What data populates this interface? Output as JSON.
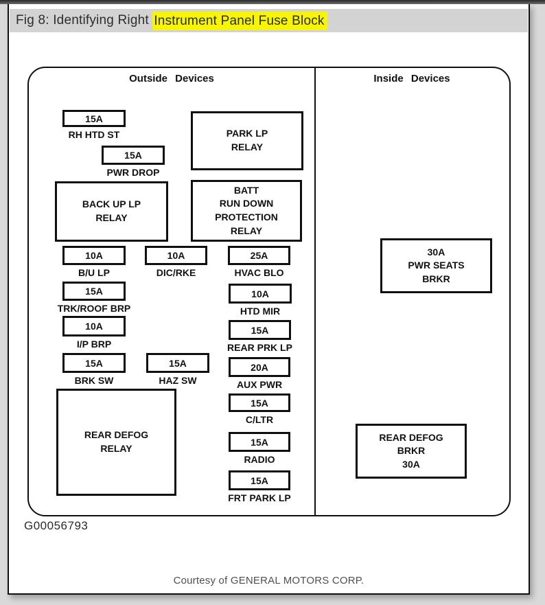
{
  "page": {
    "title_prefix": "Fig 8: Identifying Right ",
    "title_highlight": "Instrument Panel Fuse Block",
    "figure_code": "G00056793",
    "credit": "Courtesy of GENERAL MOTORS CORP.",
    "colors": {
      "highlight": "#f7f500",
      "header_bar": "#d3d3d3",
      "top_bar": "#3a3a3a",
      "line": "#0f0f0f"
    }
  },
  "diagram": {
    "left_section_title": "Outside Devices",
    "right_section_title": "Inside Devices",
    "fuses": [
      {
        "amp": "15A",
        "label": "RH HTD ST"
      },
      {
        "amp": "15A",
        "label": "PWR DROP"
      },
      {
        "amp": "10A",
        "label": "B/U LP"
      },
      {
        "amp": "10A",
        "label": "DIC/RKE"
      },
      {
        "amp": "25A",
        "label": "HVAC BLO"
      },
      {
        "amp": "15A",
        "label": "TRK/ROOF BRP"
      },
      {
        "amp": "10A",
        "label": "HTD MIR"
      },
      {
        "amp": "10A",
        "label": "I/P BRP"
      },
      {
        "amp": "15A",
        "label": "REAR PRK LP"
      },
      {
        "amp": "15A",
        "label": "BRK SW"
      },
      {
        "amp": "15A",
        "label": "HAZ SW"
      },
      {
        "amp": "20A",
        "label": "AUX PWR"
      },
      {
        "amp": "15A",
        "label": "C/LTR"
      },
      {
        "amp": "15A",
        "label": "RADIO"
      },
      {
        "amp": "15A",
        "label": "FRT PARK LP"
      }
    ],
    "relays": [
      {
        "text": "PARK LP\nRELAY"
      },
      {
        "text": "BACK UP LP\nRELAY"
      },
      {
        "text": "BATT\nRUN DOWN\nPROTECTION\nRELAY"
      },
      {
        "text": "REAR DEFOG\nRELAY"
      },
      {
        "text": "30A\nPWR SEATS\nBRKR"
      },
      {
        "text": "REAR DEFOG\nBRKR\n30A"
      }
    ]
  }
}
